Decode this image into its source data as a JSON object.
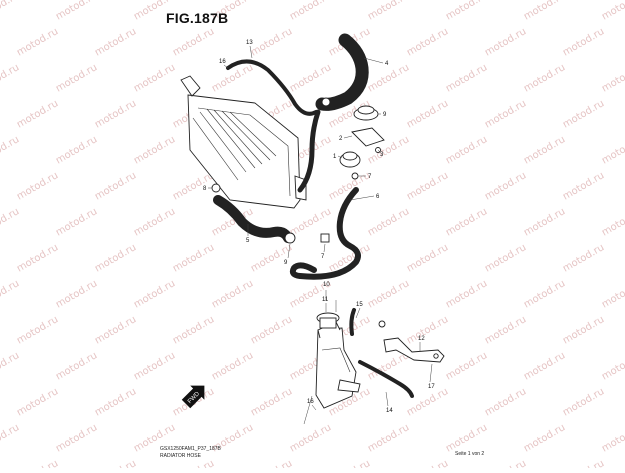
{
  "figure": {
    "title": "FIG.187B",
    "code": "GSX1250FAM1_P37_187B",
    "name": "RADIATOR HOSE",
    "page": "Seite 1 von 2"
  },
  "watermark": "motod.ru",
  "callouts": [
    {
      "id": "c1",
      "label": "1"
    },
    {
      "id": "c2",
      "label": "2"
    },
    {
      "id": "c3",
      "label": "3"
    },
    {
      "id": "c4",
      "label": "4"
    },
    {
      "id": "c5",
      "label": "5"
    },
    {
      "id": "c6",
      "label": "6"
    },
    {
      "id": "c7a",
      "label": "7"
    },
    {
      "id": "c7b",
      "label": "7"
    },
    {
      "id": "c8",
      "label": "8"
    },
    {
      "id": "c9a",
      "label": "9"
    },
    {
      "id": "c9b",
      "label": "9"
    },
    {
      "id": "c10",
      "label": "10"
    },
    {
      "id": "c11",
      "label": "11"
    },
    {
      "id": "c12",
      "label": "12"
    },
    {
      "id": "c13",
      "label": "13"
    },
    {
      "id": "c14",
      "label": "14"
    },
    {
      "id": "c15",
      "label": "15"
    },
    {
      "id": "c16a",
      "label": "16"
    },
    {
      "id": "c16b",
      "label": "16"
    },
    {
      "id": "c17",
      "label": "17"
    }
  ],
  "front_arrow": {
    "label": "FWD",
    "icon": "front-direction-arrow-icon"
  }
}
